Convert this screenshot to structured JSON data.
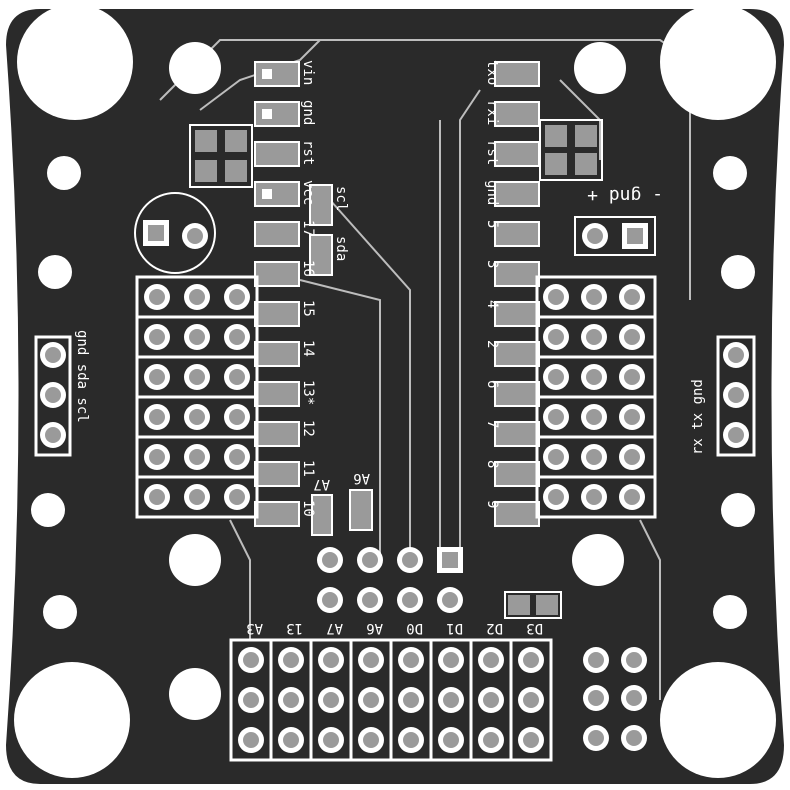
{
  "colors": {
    "board": "#2a2a2a",
    "silk": "#ffffff",
    "copper": "#9a9a9a",
    "trace_outline": "#c8c8c8",
    "background": "#ffffff"
  },
  "labels": {
    "top_right_pins": [
      "txo",
      "rxi",
      "rst",
      "gnd",
      "5",
      "3",
      "4",
      "2",
      "6",
      "7",
      "8",
      "9"
    ],
    "top_left_pins": [
      "vin",
      "gnd",
      "rst",
      "vcc",
      "17",
      "16",
      "15",
      "14",
      "13*",
      "12",
      "11",
      "10"
    ],
    "vertical_pads": [
      "scl",
      "sda"
    ],
    "analog_small": [
      "A7",
      "A6"
    ],
    "power_header": "- gnd +",
    "left_header": "gnd sda scl",
    "right_header": "rx tx gnd",
    "bottom_header": [
      "A3",
      "13",
      "A7",
      "A6",
      "D0",
      "D1",
      "D2",
      "D3"
    ]
  }
}
